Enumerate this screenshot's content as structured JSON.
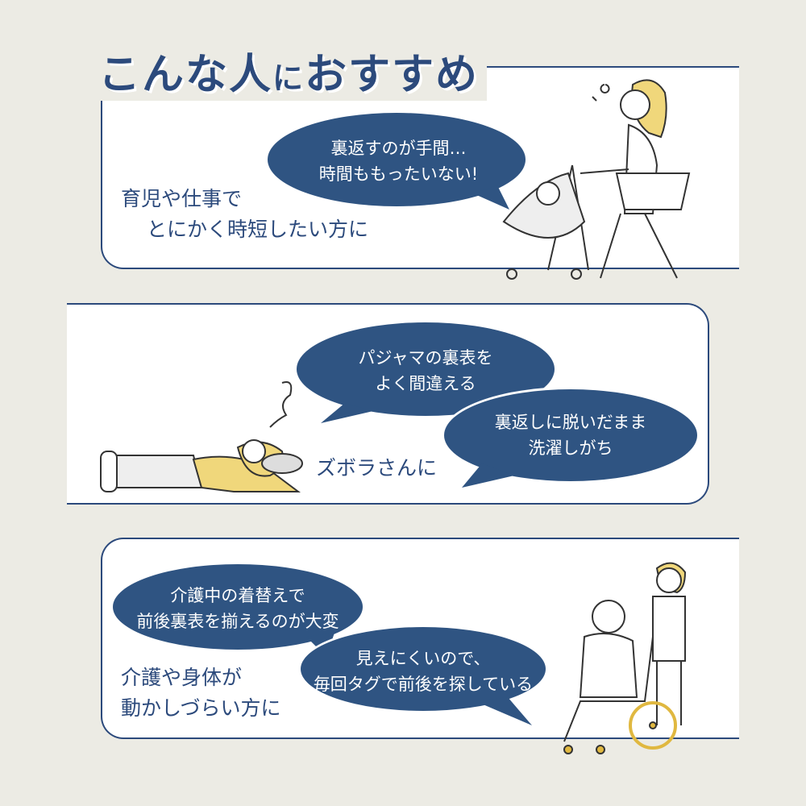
{
  "title": {
    "part1": "こんな人",
    "part2": "に",
    "part3": "おすすめ"
  },
  "panels": [
    {
      "label": [
        "育児や仕事で",
        "とにかく時短したい方に"
      ],
      "bubbles": [
        {
          "lines": [
            "裏返すのが手間…",
            "時間ももったいない!"
          ]
        }
      ]
    },
    {
      "label": [
        "ズボラさんに"
      ],
      "bubbles": [
        {
          "lines": [
            "パジャマの裏表を",
            "よく間違える"
          ]
        },
        {
          "lines": [
            "裏返しに脱いだまま",
            "洗濯しがち"
          ]
        }
      ]
    },
    {
      "label": [
        "介護や身体が",
        "動かしづらい方に"
      ],
      "bubbles": [
        {
          "lines": [
            "介護中の着替えで",
            "前後裏表を揃えるのが大変"
          ]
        },
        {
          "lines": [
            "見えにくいので、",
            "毎回タグで前後を探している"
          ]
        }
      ]
    }
  ],
  "colors": {
    "navy": "#2c4a7c",
    "bubble": "#2f5482",
    "yellow": "#f0d77b",
    "background": "#ecebe4"
  }
}
